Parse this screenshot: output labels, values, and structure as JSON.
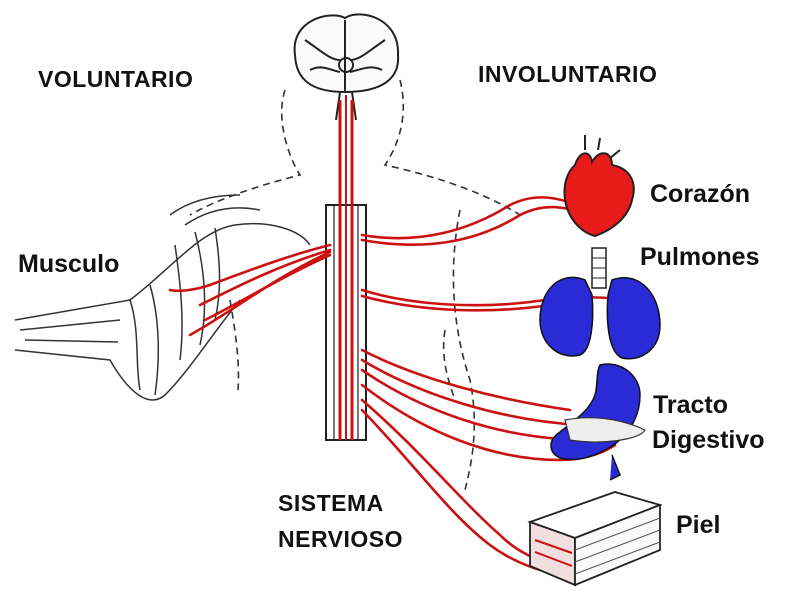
{
  "labels": {
    "voluntario": "VOLUNTARIO",
    "involuntario": "INVOLUNTARIO",
    "musculo": "Musculo",
    "corazon": "Corazón",
    "pulmones": "Pulmones",
    "tracto": "Tracto",
    "digestivo": "Digestivo",
    "piel": "Piel",
    "sistema": "SISTEMA",
    "nervioso": "NERVIOSO"
  },
  "colors": {
    "nerve": "#cc1111",
    "organ_heart": "#e81a1a",
    "organ_lungs": "#2a2ad6",
    "outline": "#222222"
  }
}
